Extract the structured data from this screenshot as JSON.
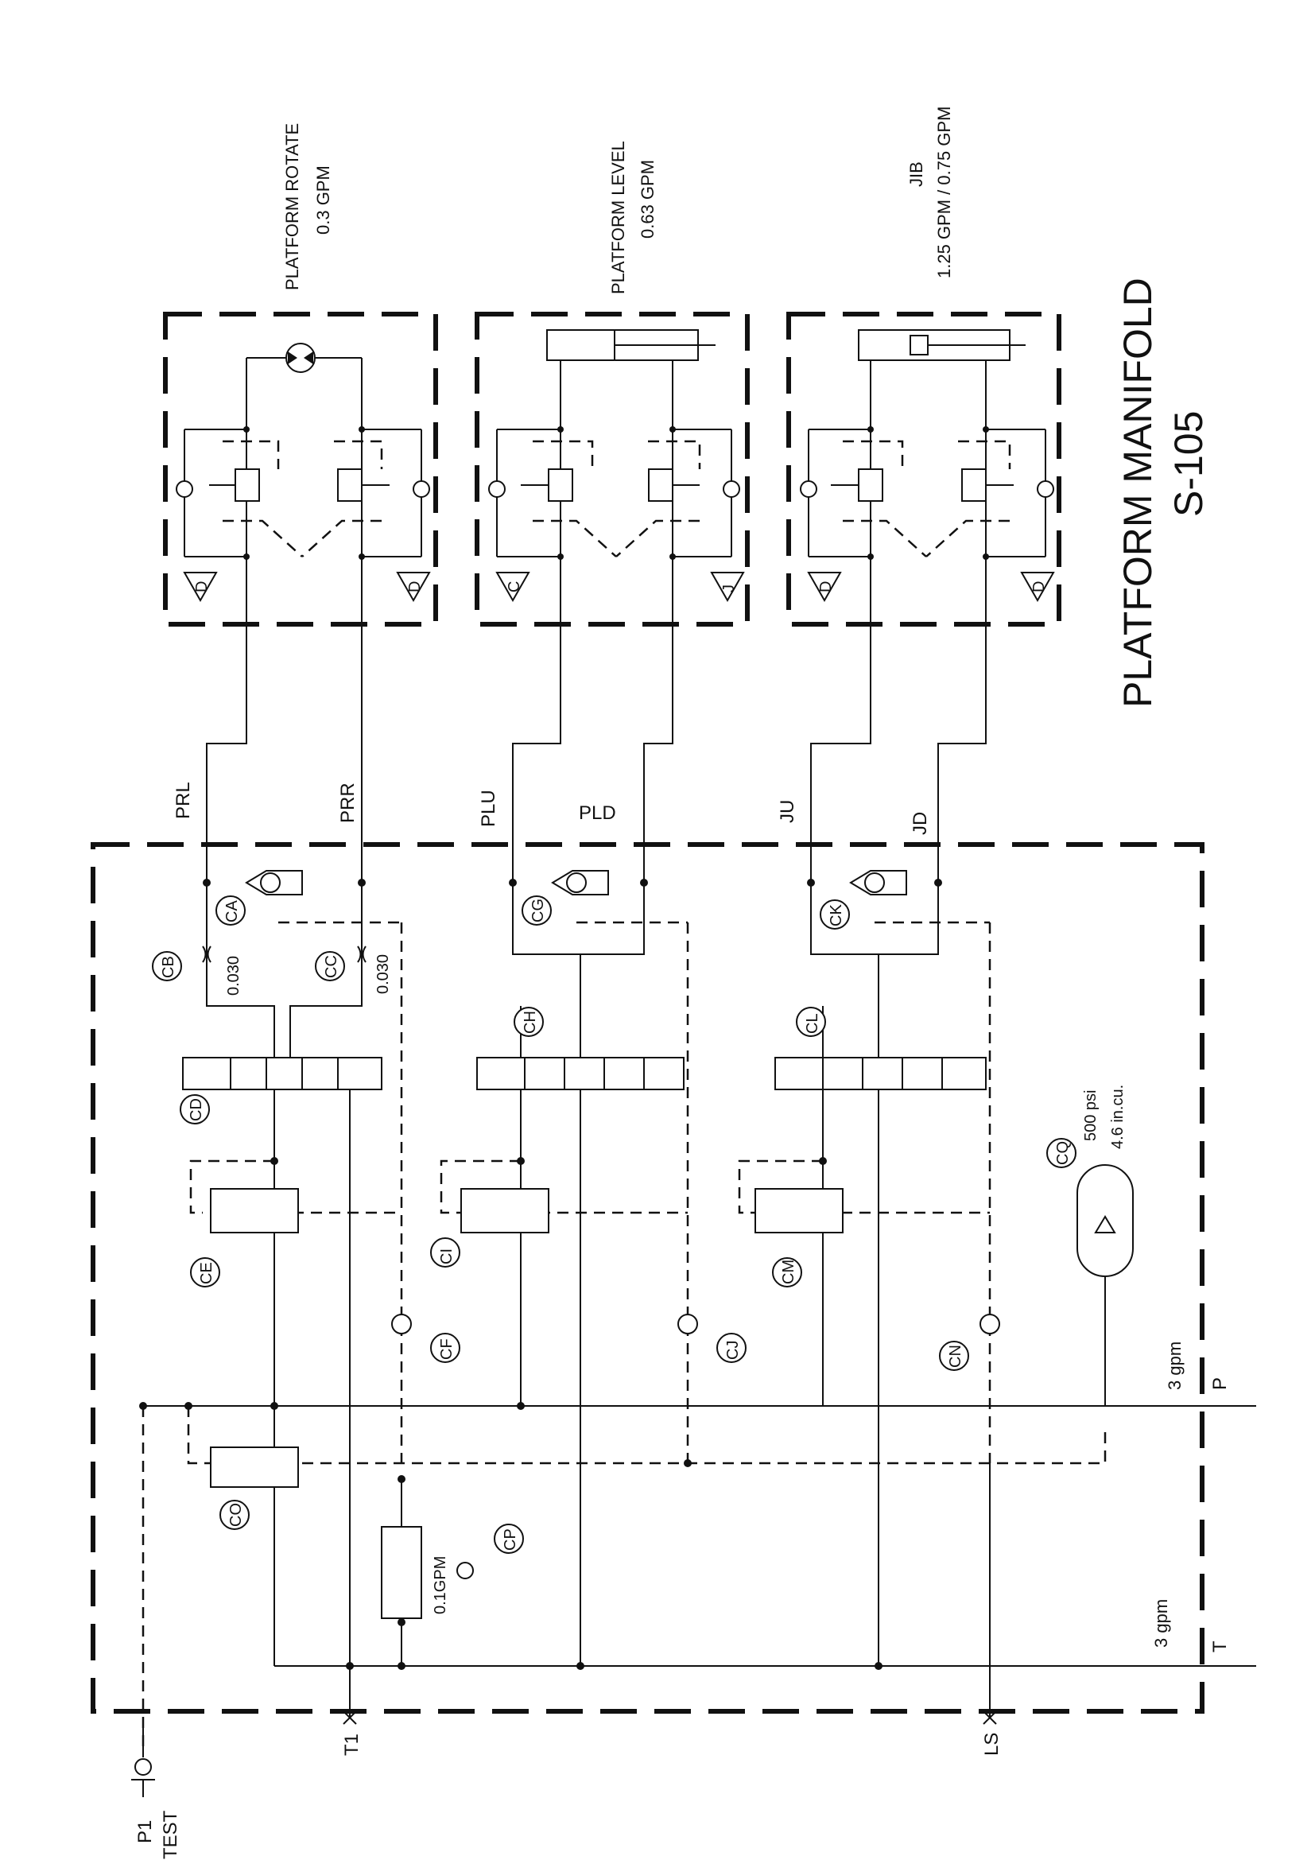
{
  "title": "PLATFORM MANIFOLD",
  "code": "S-105",
  "actuators": [
    {
      "name": "PLATFORM ROTATE",
      "flow": "0.3 GPM",
      "tag_a": "D",
      "tag_b": "D"
    },
    {
      "name": "PLATFORM LEVEL",
      "flow": "0.63 GPM",
      "tag_a": "C",
      "tag_b": "J"
    },
    {
      "name": "JIB",
      "flow": "1.25 GPM / 0.75 GPM",
      "tag_a": "D",
      "tag_b": "D"
    }
  ],
  "ports": {
    "prl": "PRL",
    "prr": "PRR",
    "plu": "PLU",
    "pld": "PLD",
    "ju": "JU",
    "jd": "JD",
    "p": "P",
    "t": "T",
    "t1": "T1",
    "ls": "LS",
    "p1": "P1",
    "test": "TEST"
  },
  "flows": {
    "p_flow": "3 gpm",
    "t_flow": "3 gpm"
  },
  "components": {
    "ca": "CA",
    "cb": "CB",
    "cc": "CC",
    "cd": "CD",
    "ce": "CE",
    "cf": "CF",
    "cg": "CG",
    "ch": "CH",
    "ci": "CI",
    "cj": "CJ",
    "ck": "CK",
    "cl": "CL",
    "cm": "CM",
    "cn": "CN",
    "co": "CO",
    "cp": "CP",
    "cq": "CQ"
  },
  "orifices": {
    "cb": "0.030",
    "cc": "0.030"
  },
  "flow_control": "0.1GPM",
  "accumulator": {
    "pressure": "500 psi",
    "volume": "4.6 in.cu."
  }
}
